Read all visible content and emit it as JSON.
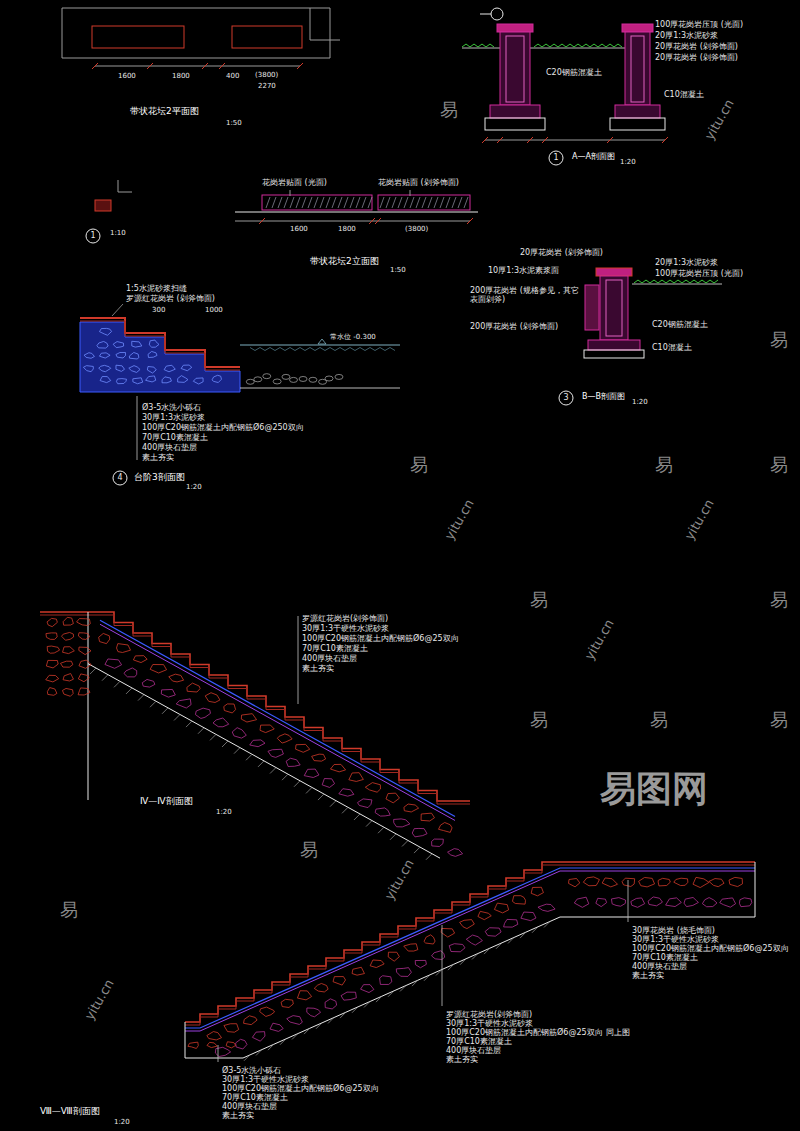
{
  "diagram": {
    "labels": [
      "1600",
      "1800",
      "400",
      "(3800)",
      "2270",
      "带状花坛2平面图",
      "1:50",
      "1",
      "1:10",
      "花岗岩贴面 (光面)",
      "花岗岩贴面 (剁斧饰面)",
      "1600",
      "1800",
      "(3800)",
      "带状花坛2立面图",
      "1:50",
      "100厚花岗岩压顶 (光面)",
      "20厚1:3水泥砂浆",
      "20厚花岗岩 (剁斧饰面)",
      "20厚花岗岩 (剁斧饰面)",
      "C20钢筋混凝土",
      "C10混凝土",
      "1",
      "A—A剖面图",
      "1:20",
      "1:5水泥砂浆扫缝",
      "罗源红花岗岩 (剁斧饰面)",
      "300",
      "1000",
      "常水位 -0.300",
      "Ø3-5水洗小砾石",
      "30厚1:3水泥砂浆",
      "100厚C20钢筋混凝土内配钢筋Ø6@250双向",
      "70厚C10素混凝土",
      "400厚块石垫层",
      "素土夯实",
      "4",
      "台阶3剖面图",
      "1:20",
      "20厚花岗岩 (剁斧饰面)",
      "10厚1:3水泥素浆面",
      "200厚花岗岩 (规格参见，其它表面剁斧)",
      "200厚花岗岩 (剁斧饰面)",
      "20厚1:3水泥砂浆",
      "100厚花岗岩压顶 (光面)",
      "C20钢筋混凝土",
      "C10混凝土",
      "3",
      "B—B剖面图",
      "1:20",
      "罗源红花岗岩(剁斧饰面)",
      "30厚1:3干硬性水泥砂浆",
      "100厚C20钢筋混凝土内配钢筋Ø6@25双向",
      "70厚C10素混凝土",
      "400厚块石垫层",
      "素土夯实",
      "Ⅳ—Ⅳ剖面图",
      "1:20",
      "30厚花岗岩 (烧毛饰面)",
      "30厚1:3干硬性水泥砂浆",
      "100厚C20钢筋混凝土内配钢筋Ø6@25双向",
      "70厚C10素混凝土",
      "400厚块石垫层",
      "素土夯实",
      "罗源红花岗岩(剁斧饰面)",
      "30厚1:3干硬性水泥砂浆",
      "100厚C20钢筋混凝土内配钢筋Ø6@25双向",
      "70厚C10素混凝土",
      "400厚块石垫层",
      "素土夯实",
      "同上图",
      "Ø3-5水洗小砾石",
      "30厚1:3干硬性水泥砂浆",
      "100厚C20钢筋混凝土内配钢筋Ø6@25双向",
      "70厚C10素混凝土",
      "400厚块石垫层",
      "素土夯实",
      "Ⅷ—Ⅷ剖面图",
      "1:20",
      "易图网",
      "易",
      "易",
      "易",
      "易",
      "易",
      "易",
      "易",
      "易",
      "易",
      "易",
      "易",
      "易",
      "yitu.cn",
      "yitu.cn",
      "yitu.cn",
      "yitu.cn",
      "yitu.cn",
      "yitu.cn"
    ]
  }
}
